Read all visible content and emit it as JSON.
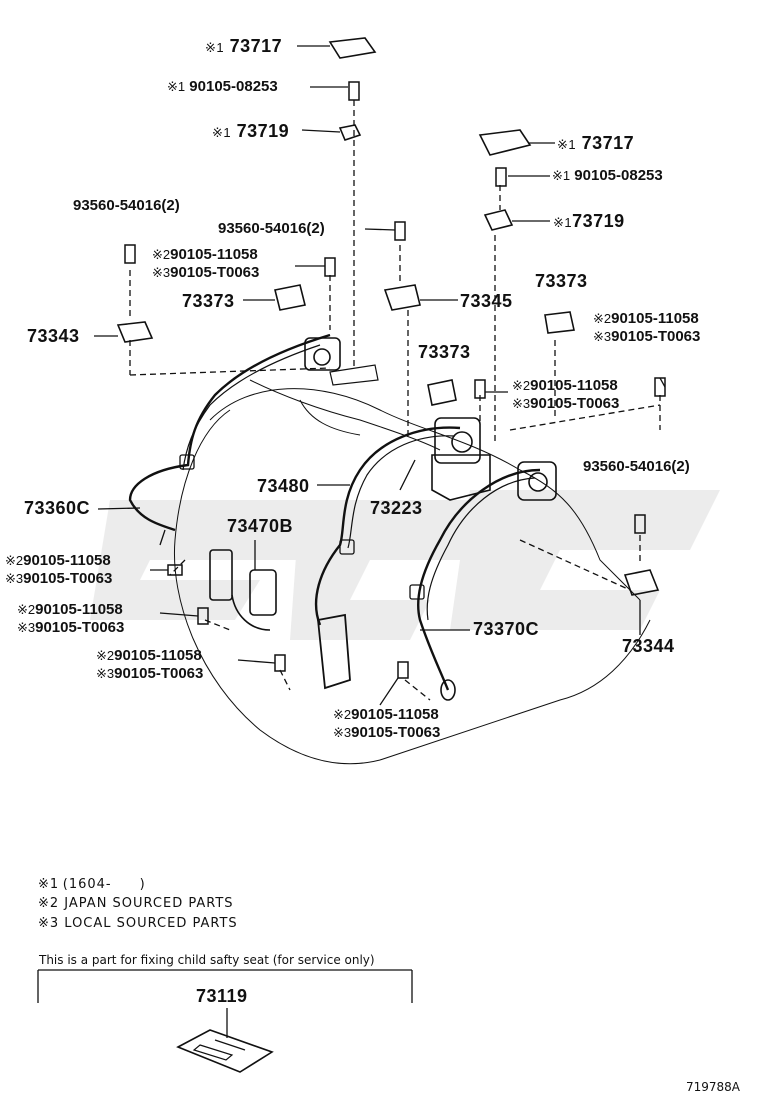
{
  "parts": {
    "p73717_a": "73717",
    "p90105_08253_a": "90105-08253",
    "p73719_a": "73719",
    "p73717_b": "73717",
    "p90105_08253_b": "90105-08253",
    "p73719_b": "73719",
    "p93560_a": "93560-54016(2)",
    "p93560_b": "93560-54016(2)",
    "p93560_c": "93560-54016(2)",
    "p73373_a": "73373",
    "p73373_b": "73373",
    "p73373_c": "73373",
    "p73345": "73345",
    "p73343": "73343",
    "p73360c": "73360C",
    "p73480": "73480",
    "p73223": "73223",
    "p73470b": "73470B",
    "p73370c": "73370C",
    "p73344": "73344",
    "p73119": "73119",
    "jp_11058": "90105-11058",
    "lc_t0063": "90105-T0063"
  },
  "marks": {
    "m1": "※1",
    "m2": "※2",
    "m3": "※3"
  },
  "legend": {
    "line1": "※1 (1604-  )",
    "line2": "※2 JAPAN SOURCED PARTS",
    "line3": "※3 LOCAL SOURCED PARTS"
  },
  "service_note": "This is a part for fixing child safty seat (for service only)",
  "diagram_id": "719788A",
  "watermark": "ezcc"
}
